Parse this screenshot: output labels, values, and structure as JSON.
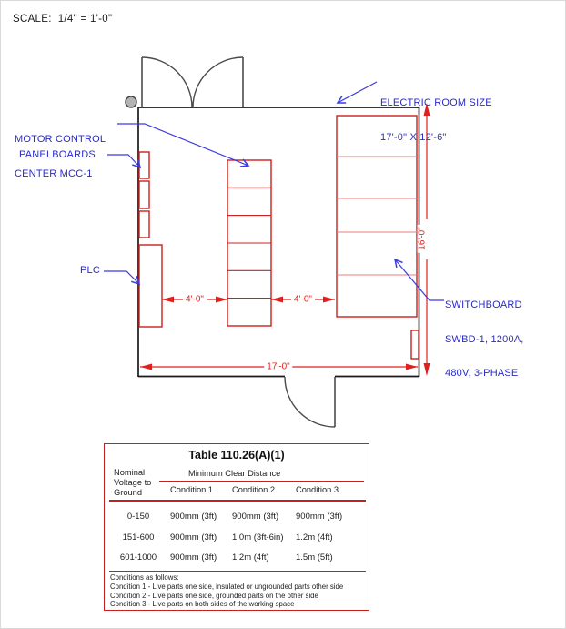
{
  "scale_note": "SCALE:  1/4\" = 1'-0\"",
  "labels": {
    "room_size": {
      "line1": "ELECTRIC ROOM SIZE",
      "line2": "17'-0\" X 12'-6\""
    },
    "mcc": {
      "line1": "MOTOR CONTROL",
      "line2": "CENTER MCC-1"
    },
    "panelboards": "PANELBOARDS",
    "plc": "PLC",
    "switchboard": {
      "line1": "SWITCHBOARD",
      "line2": "SWBD-1, 1200A,",
      "line3": "480V, 3-PHASE"
    }
  },
  "dimensions": {
    "room_width": "17'-0\"",
    "room_height": "16'-0\"",
    "plc_to_mcc": "4'-0\"",
    "mcc_to_swbd": "4'-0\""
  },
  "plan": {
    "panelboard_count": 3,
    "mcc_sections": 6,
    "switchboard_sections": 5,
    "doors": [
      "double door top wall (swings out)",
      "single door bottom wall (swings out)"
    ]
  },
  "table": {
    "title": "Table 110.26(A)(1)",
    "row_header": "Nominal Voltage to Ground",
    "group_header": "Minimum Clear Distance",
    "columns": [
      "Condition 1",
      "Condition 2",
      "Condition 3"
    ],
    "rows": [
      {
        "v": "0-150",
        "c1": "900mm (3ft)",
        "c2": "900mm (3ft)",
        "c3": "900mm (3ft)"
      },
      {
        "v": "151-600",
        "c1": "900mm (3ft)",
        "c2": "1.0m (3ft-6in)",
        "c3": "1.2m (4ft)"
      },
      {
        "v": "601-1000",
        "c1": "900mm (3ft)",
        "c2": "1.2m (4ft)",
        "c3": "1.5m (5ft)"
      }
    ],
    "notes": [
      "Conditions as follows:",
      "Condition 1 - Live parts one side, insulated or ungrounded parts other side",
      "Condition 2 - Live parts one side, grounded parts on the other side",
      "Condition 3 - Live parts on both sides of the working space"
    ]
  },
  "colors": {
    "equipment_red": "#cc2020",
    "dimension_red": "#e02020",
    "label_blue": "#2a2ac8",
    "wall_black": "#1a1a1a",
    "table_border_red": "#c42020"
  }
}
